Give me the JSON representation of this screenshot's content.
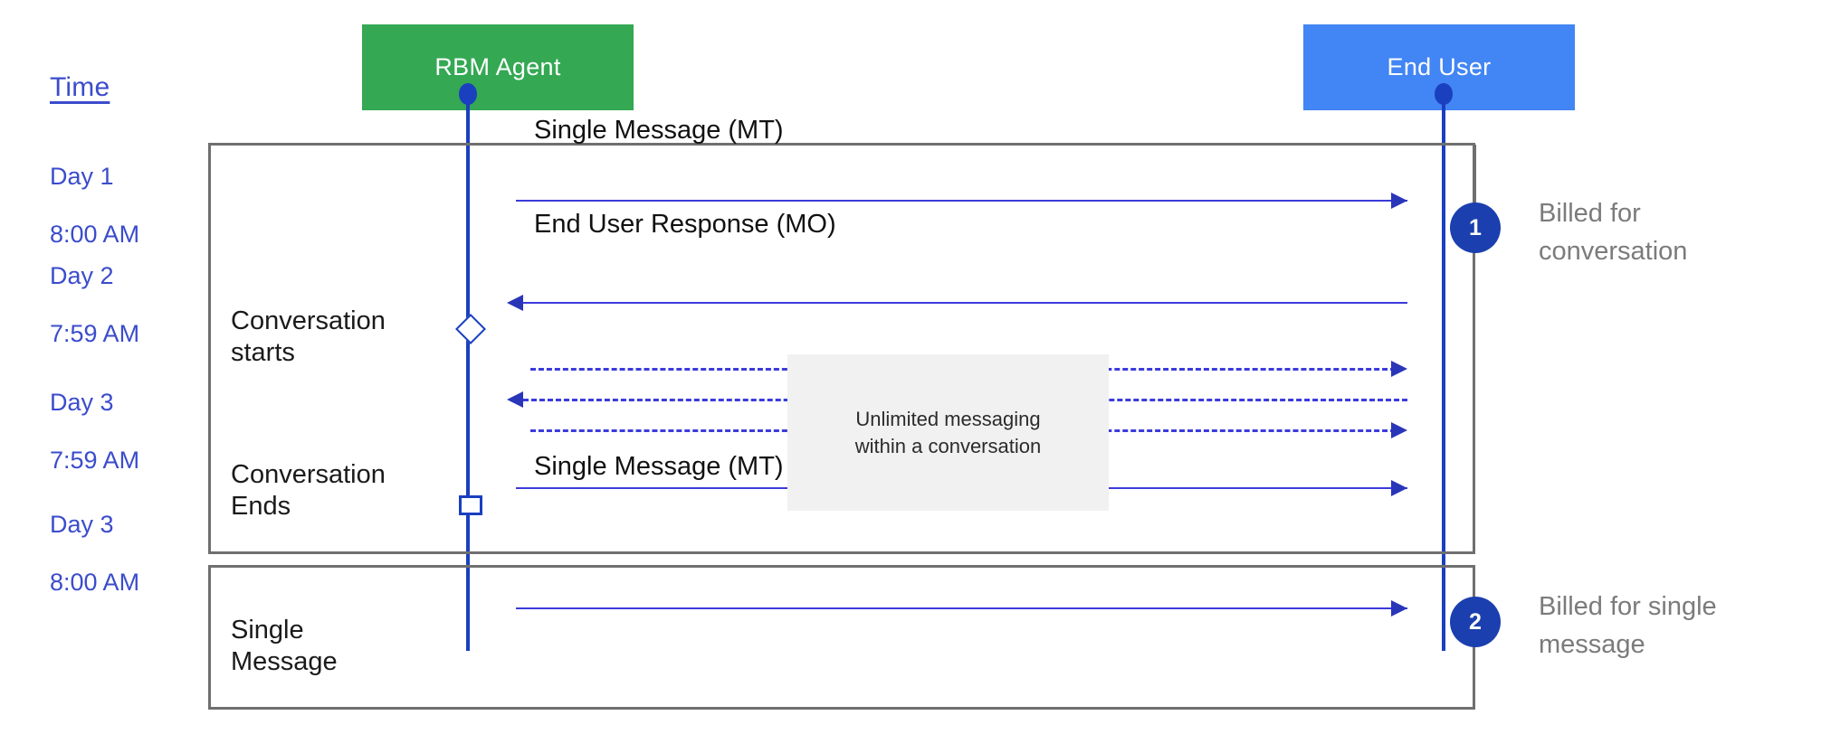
{
  "diagram": {
    "title_hint": "RBM conversation billing sequence",
    "time_column": {
      "header": "Time",
      "rows": [
        {
          "day": "Day 1",
          "clock": "8:00 AM"
        },
        {
          "day": "Day 2",
          "clock": "7:59 AM"
        },
        {
          "day": "Day 3",
          "clock": "7:59 AM"
        },
        {
          "day": "Day 3",
          "clock": "8:00 AM"
        }
      ]
    },
    "actors": [
      {
        "name": "RBM Agent",
        "color": "#34A853"
      },
      {
        "name": "End User",
        "color": "#4285F4"
      }
    ],
    "frames": [
      {
        "id": "conversation-frame",
        "labels": [
          "Conversation\nstarts",
          "Conversation\nEnds"
        ],
        "messages": [
          {
            "label": "Single Message (MT)",
            "direction": "right",
            "style": "solid"
          },
          {
            "label": "End User Response (MO)",
            "direction": "left",
            "style": "solid"
          },
          {
            "label": "",
            "direction": "right",
            "style": "dashed"
          },
          {
            "label": "",
            "direction": "left",
            "style": "dashed"
          },
          {
            "label": "",
            "direction": "right",
            "style": "dashed"
          },
          {
            "label": "",
            "direction": "right",
            "style": "solid"
          }
        ],
        "note": "Unlimited messaging\nwithin a conversation",
        "badge": "1",
        "caption": "Billed for\nconversation"
      },
      {
        "id": "single-message-frame",
        "labels": [
          "Single\nMessage"
        ],
        "messages": [
          {
            "label": "Single Message (MT)",
            "direction": "right",
            "style": "solid"
          }
        ],
        "badge": "2",
        "caption": "Billed for single\nmessage"
      }
    ],
    "colors": {
      "agent_green": "#34A853",
      "user_blue": "#4285F4",
      "lifeline_blue": "#1a3fbf",
      "arrow_blue": "#3b3bdb",
      "badge_blue": "#1b3faf",
      "frame_gray": "#6f6f6f",
      "note_gray": "#f1f1f1",
      "time_text": "#3b4ccc",
      "caption_gray": "#7b7b7b"
    }
  }
}
